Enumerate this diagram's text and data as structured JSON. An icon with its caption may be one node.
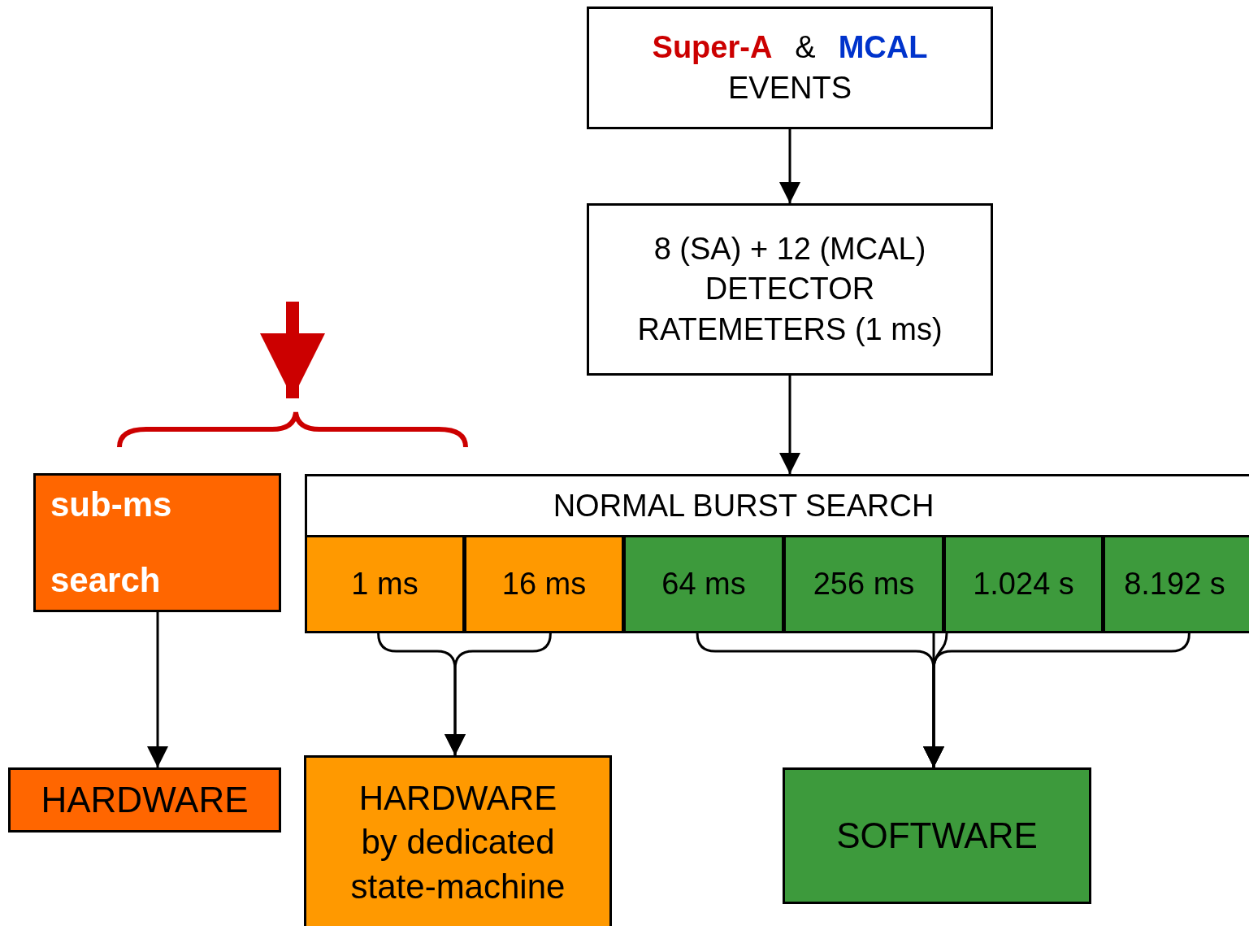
{
  "diagram": {
    "nodes": [
      {
        "text": [
          "Super-A",
          "&",
          "MCAL",
          "EVENTS"
        ]
      },
      {
        "text": [
          "8 (SA) + 12 (MCAL) DETECTOR RATEMETERS (1 ms)"
        ]
      },
      {
        "text": [
          "NORMAL BURST SEARCH"
        ]
      },
      {
        "text": [
          "1 ms"
        ],
        "in": 2
      },
      {
        "text": [
          "16 ms"
        ],
        "in": 2
      },
      {
        "text": [
          "64 ms"
        ],
        "in": 2
      },
      {
        "text": [
          "256 ms"
        ],
        "in": 2
      },
      {
        "text": [
          "1.024 s"
        ],
        "in": 2
      },
      {
        "text": [
          "8.192 s"
        ],
        "in": 2
      },
      {
        "text": [
          "sub-ms search"
        ]
      },
      {
        "text": [
          "HARDWARE"
        ]
      },
      {
        "text": [
          "HARDWARE by dedicated state-machine"
        ]
      },
      {
        "text": [
          "SOFTWARE"
        ]
      }
    ],
    "edges": [
      {
        "from": 0,
        "to": 1,
        "arrow": "to"
      },
      {
        "from": 1,
        "to": 2,
        "arrow": "to"
      },
      {
        "from": null,
        "to": 9,
        "arrow": "to",
        "style": "thick",
        "color": "#cc0000"
      },
      {
        "from": 9,
        "to": 10,
        "arrow": "to"
      },
      {
        "from": 3,
        "to": 11,
        "arrow": "to"
      },
      {
        "from": 4,
        "to": 11,
        "arrow": "to"
      },
      {
        "from": 5,
        "to": 12,
        "arrow": "to"
      },
      {
        "from": 6,
        "to": 12,
        "arrow": "to"
      },
      {
        "from": 7,
        "to": 12,
        "arrow": "to"
      },
      {
        "from": 8,
        "to": 12,
        "arrow": "to"
      }
    ]
  }
}
